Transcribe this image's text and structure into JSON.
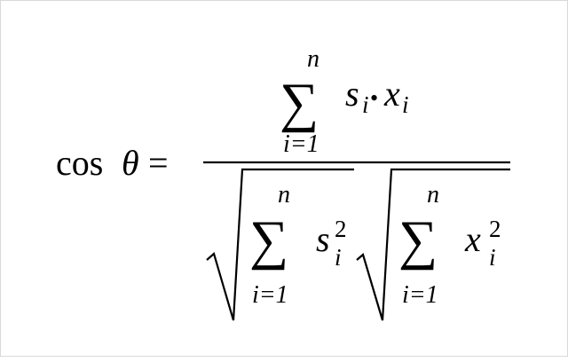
{
  "formula": {
    "lhs": {
      "func": "cos",
      "var": "θ",
      "eq": "="
    },
    "numerator": {
      "sum_symbol": "∑",
      "upper": "n",
      "lower": "i=1",
      "term_a": "s",
      "term_a_sub": "i",
      "dot": "•",
      "term_b": "x",
      "term_b_sub": "i"
    },
    "denominator": {
      "left": {
        "sum_symbol": "∑",
        "upper": "n",
        "lower": "i=1",
        "base": "s",
        "sub": "i",
        "sup": "2"
      },
      "right": {
        "sum_symbol": "∑",
        "upper": "n",
        "lower": "i=1",
        "base": "x",
        "sub": "i",
        "sup": "2"
      }
    }
  }
}
